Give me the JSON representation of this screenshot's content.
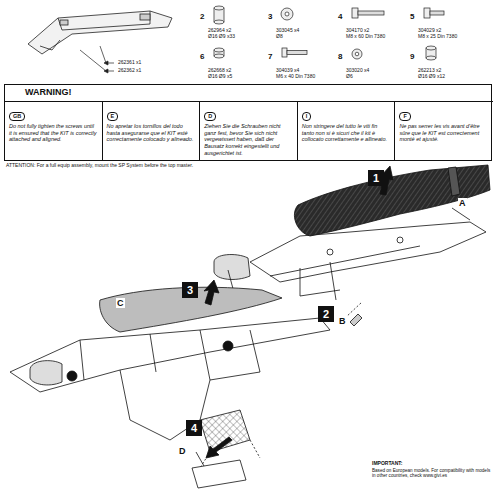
{
  "diagram": {
    "nodes": [
      {
        "text": [
          "WARNING!"
        ]
      },
      {
        "text": [
          "GB",
          "Do not fully tighten the screws until it is ensured that the KIT is correctly attached and aligned."
        ],
        "in": 0
      },
      {
        "text": [
          "E",
          "No apretar los tornillos del todo hasta asegurarse que el KIT esté correctamente colocado y alineado."
        ],
        "in": 0
      },
      {
        "text": [
          "D",
          "Ziehen Sie die Schrauben nicht ganz fest, bevor Sie sich nicht vergewissert haben, daß der Bausatz korrekt eingestellt und ausgerichtet ist."
        ],
        "in": 0
      },
      {
        "text": [
          "I",
          "Non stringere del tutto le viti fin tanto non si è sicuri che il kit è collocato correttamente e allineato."
        ],
        "in": 0
      },
      {
        "text": [
          "F",
          "Ne pas serrer les vis avant d'être sûre que le KIT est correctement monté et ajusté."
        ],
        "in": 0
      },
      {
        "text": [
          "1"
        ]
      },
      {
        "text": [
          "2"
        ]
      },
      {
        "text": [
          "3"
        ]
      },
      {
        "text": [
          "4"
        ]
      }
    ],
    "labels": [
      "262361 x1",
      "262362 x1",
      "2",
      "262964 x2",
      "Ø16 Ø9 x33",
      "3",
      "303045 x4",
      "Ø8",
      "4",
      "304170 x2",
      "M8 x 60 Din 7380",
      "5",
      "304029 x2",
      "M8 x 25 Din 7380",
      "6",
      "262668 x2",
      "Ø16 Ø9 x5",
      "7",
      "304039 x4",
      "M6 x 40 Din 7380",
      "8",
      "303020 x4",
      "Ø6",
      "9",
      "262213 x2",
      "Ø16 Ø9 x12",
      "ATTENTION: For a full equip assembly, mount the SP System before the top master.",
      "A",
      "B",
      "C",
      "D",
      "IMPORTANT:",
      "Based on European models. For compatibility with models in other countries, check www.givi.es"
    ]
  }
}
